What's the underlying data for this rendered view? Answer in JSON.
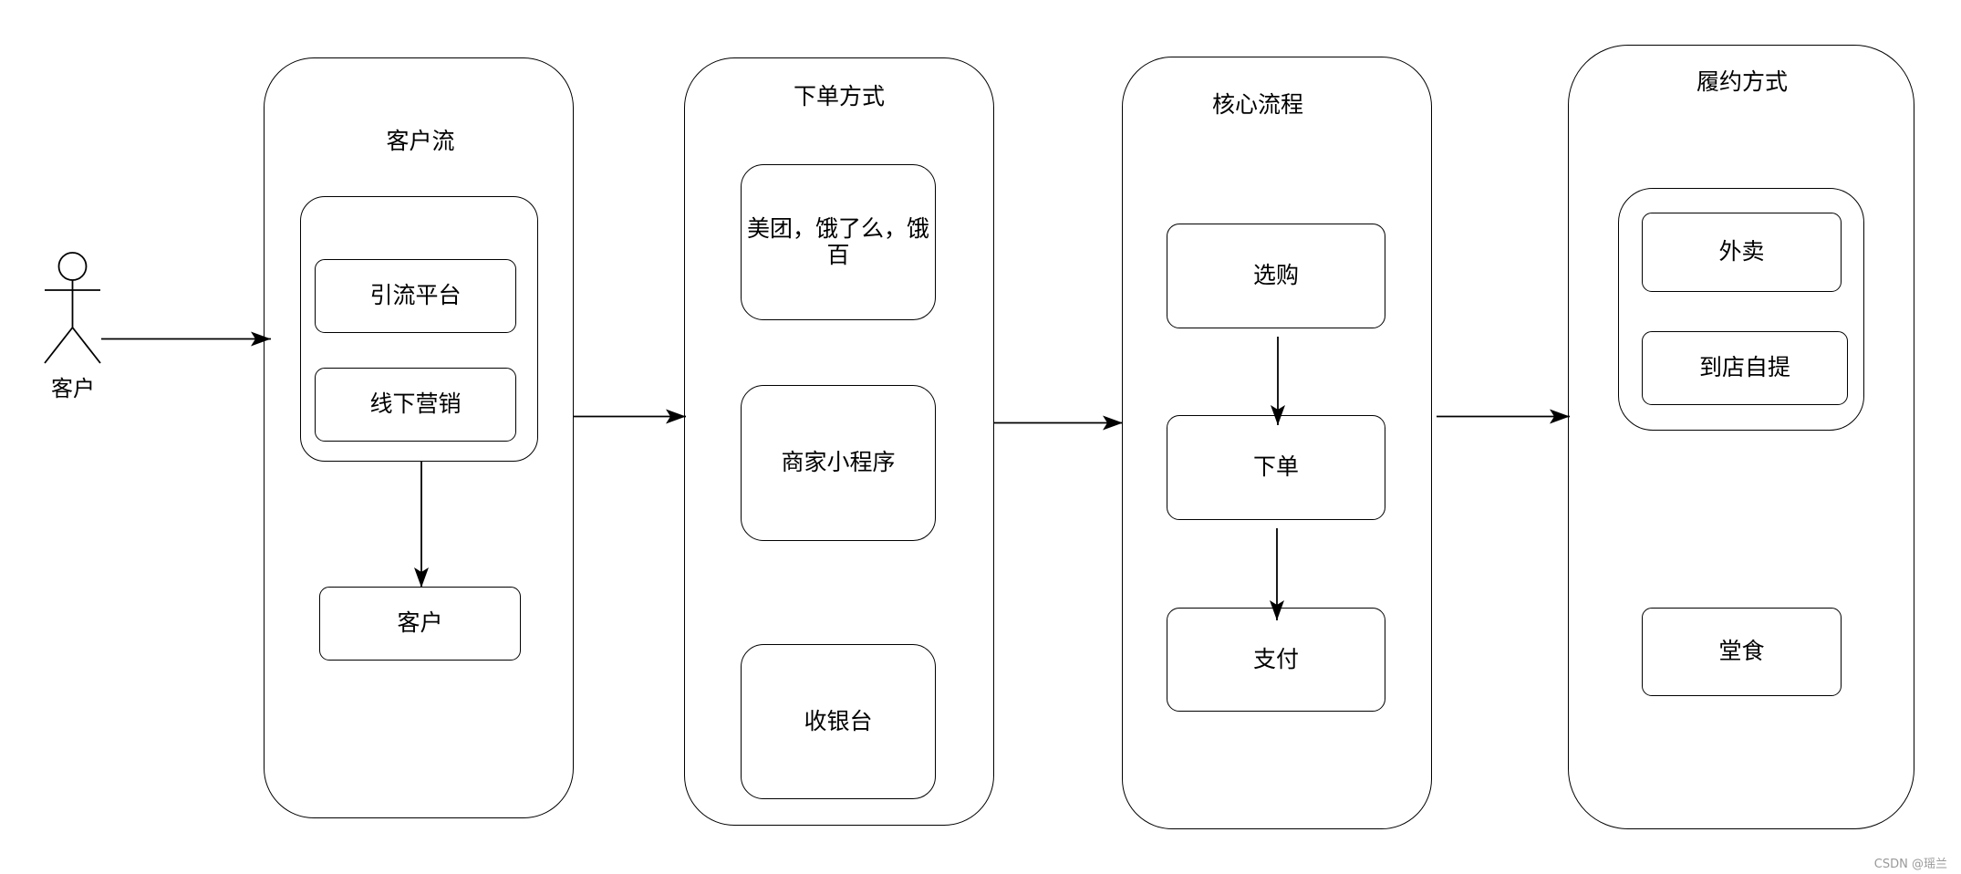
{
  "actor": {
    "label": "客户",
    "icon": "stick-figure-icon"
  },
  "customer_flow": {
    "title": "客户流",
    "group_items": [
      "引流平台",
      "线下营销"
    ],
    "result": "客户"
  },
  "order_methods": {
    "title": "下单方式",
    "items": [
      "美团，饿了么，饿百",
      "商家小程序",
      "收银台"
    ]
  },
  "core_process": {
    "title": "核心流程",
    "steps": [
      "选购",
      "下单",
      "支付"
    ]
  },
  "fulfillment": {
    "title": "履约方式",
    "group_items": [
      "外卖",
      "到店自提"
    ],
    "other": "堂食"
  },
  "watermark": "CSDN @瑶兰",
  "colors": {
    "stroke": "#000000",
    "background": "#ffffff",
    "watermark": "#999999"
  }
}
